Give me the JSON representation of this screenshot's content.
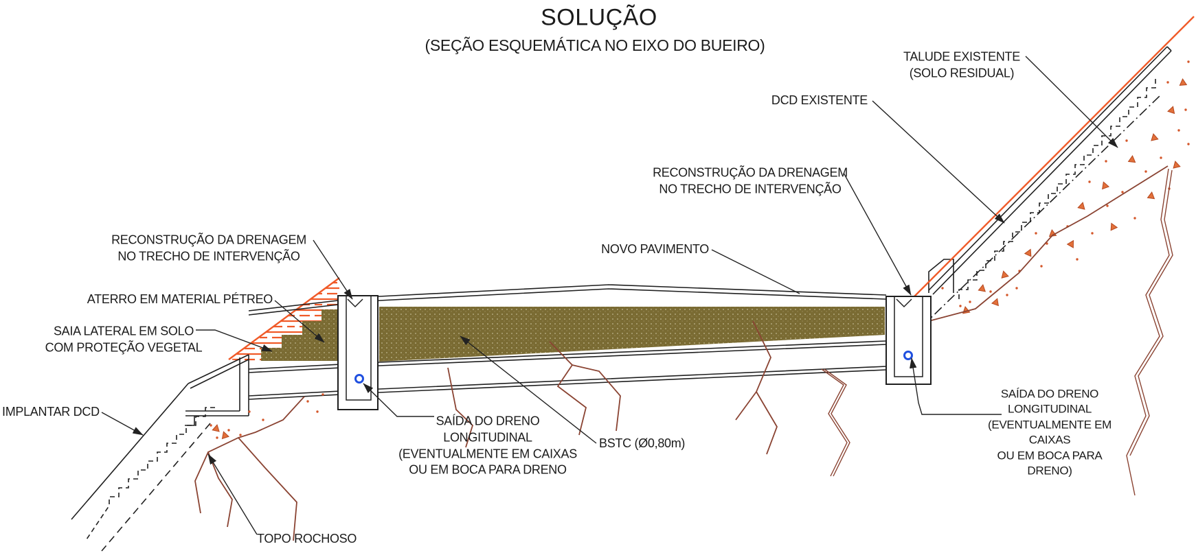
{
  "title": "SOLUÇÃO",
  "subtitle": "(SEÇÃO ESQUEMÁTICA NO EIXO DO BUEIRO)",
  "labels": {
    "talude_existente": "TALUDE EXISTENTE\n(SOLO RESIDUAL)",
    "dcd_existente": "DCD EXISTENTE",
    "reconstrucao_drenagem_direita": "RECONSTRUÇÃO DA DRENAGEM\nNO TRECHO DE INTERVENÇÃO",
    "novo_pavimento": "NOVO PAVIMENTO",
    "reconstrucao_drenagem_esquerda": "RECONSTRUÇÃO DA DRENAGEM\nNO TRECHO DE INTERVENÇÃO",
    "aterro_material_petreo": "ATERRO EM MATERIAL PÉTREO",
    "saia_lateral": "SAIA LATERAL EM SOLO\nCOM PROTEÇÃO VEGETAL",
    "implantar_dcd": "IMPLANTAR DCD",
    "saida_dreno_centro": "SAÍDA DO DRENO\nLONGITUDINAL\n(EVENTUALMENTE EM CAIXAS\nOU EM BOCA PARA DRENO",
    "bstc": "BSTC (Ø0,80m)",
    "saida_dreno_direita": "SAÍDA DO DRENO\nLONGITUDINAL (EVENTUALMENTE EM CAIXAS\nOU EM BOCA PARA DRENO)",
    "topo_rochoso": "TOPO ROCHOSO"
  },
  "colors": {
    "line": "#1f1f1f",
    "orange_hatch": "#f05a28",
    "soil_marker": "#d4572a",
    "khaki_fill": "#7a6b33",
    "rock_brown": "#8a4332",
    "drain_blue": "#2050e0"
  }
}
